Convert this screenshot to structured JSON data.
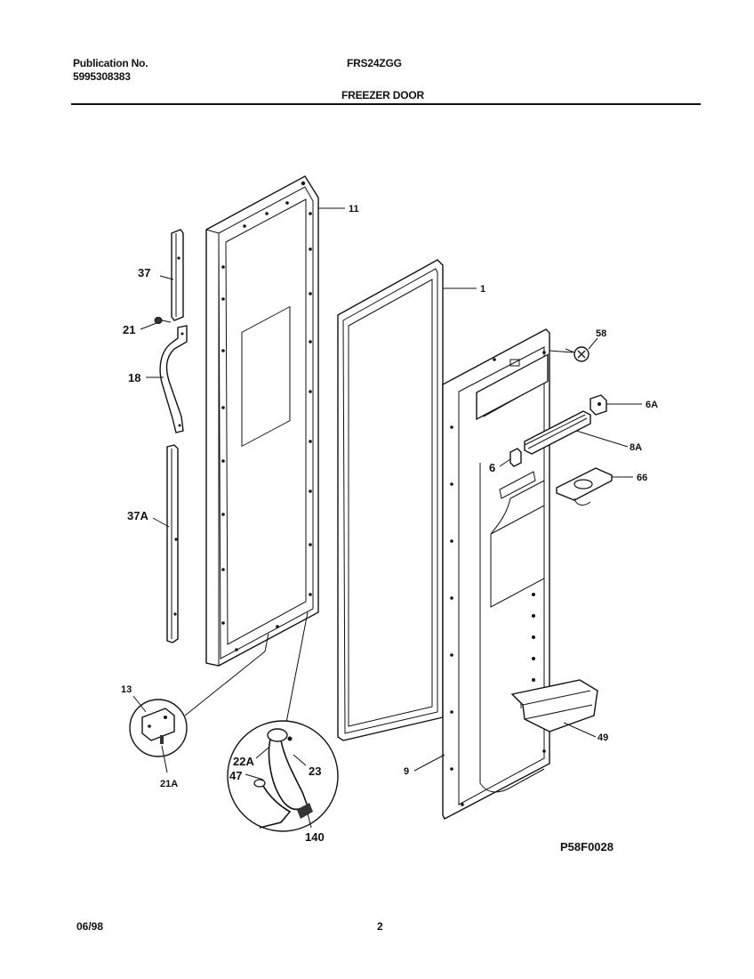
{
  "header": {
    "publication_label": "Publication No.",
    "publication_number": "5995308383",
    "model": "FRS24ZGG",
    "section_title": "FREEZER DOOR"
  },
  "callouts": {
    "outer_door_panel": "11",
    "gasket": "1",
    "handle_trim_top": "37",
    "screw_top": "21",
    "handle": "18",
    "handle_trim_bottom": "37A",
    "hinge_part": "13",
    "hinge_screw": "21A",
    "wiring_plug": "22A",
    "screw_wiring": "23",
    "wire_connector": "47",
    "wiring_harness": "140",
    "inner_liner": "9",
    "screw_liner": "58",
    "shelf_end_cap": "6A",
    "shelf_rail": "8A",
    "rail_clip": "6",
    "dispenser_cup": "66",
    "door_bin": "49"
  },
  "diagram_code": "P58F0028",
  "footer": {
    "date": "06/98",
    "page": "2"
  }
}
